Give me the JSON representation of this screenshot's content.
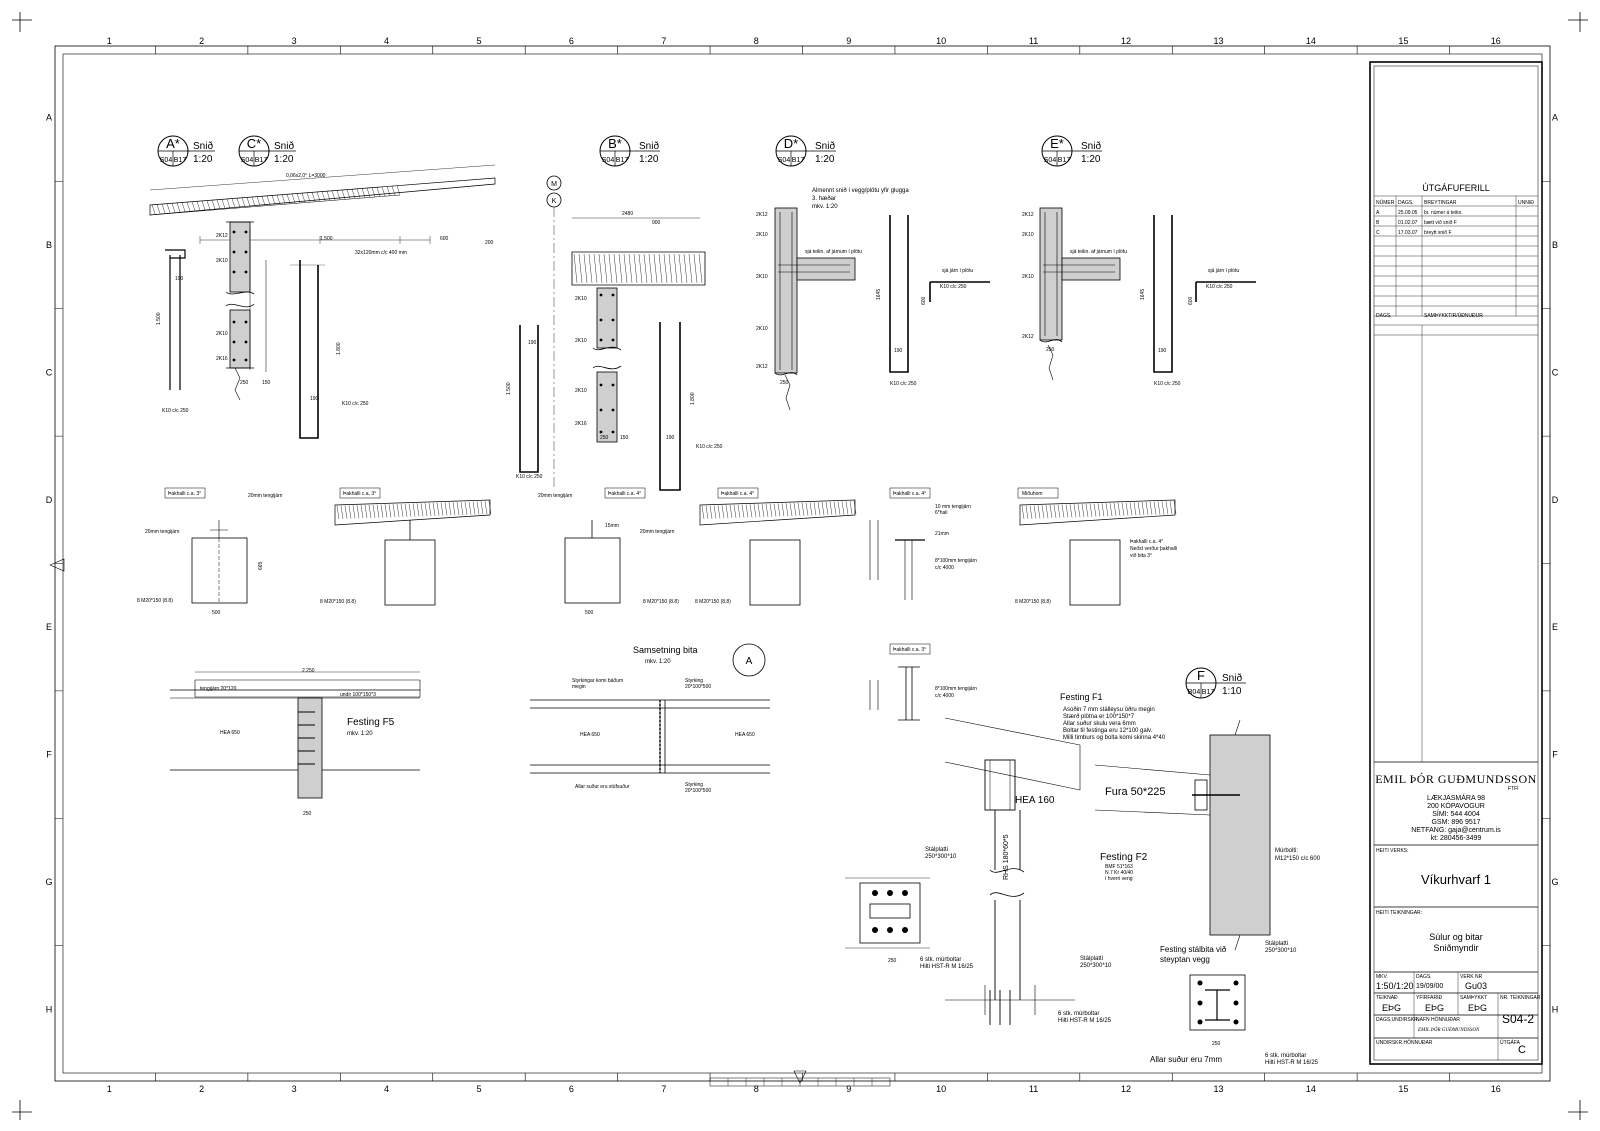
{
  "frame": {
    "col_numbers": [
      "1",
      "2",
      "3",
      "4",
      "5",
      "6",
      "7",
      "8",
      "9",
      "10",
      "11",
      "12",
      "13",
      "14",
      "15",
      "16"
    ],
    "row_letters": [
      "A",
      "B",
      "C",
      "D",
      "E",
      "F",
      "G",
      "H"
    ]
  },
  "sections": [
    {
      "id": "A*",
      "ref_left": "S04",
      "ref_right": "B17",
      "word": "Snið",
      "scale": "1:20"
    },
    {
      "id": "C*",
      "ref_left": "S04",
      "ref_right": "B17",
      "word": "Snið",
      "scale": "1:20"
    },
    {
      "id": "B*",
      "ref_left": "S04",
      "ref_right": "B17",
      "word": "Snið",
      "scale": "1:20"
    },
    {
      "id": "D*",
      "ref_left": "S04",
      "ref_right": "B17",
      "word": "Snið",
      "scale": "1:20"
    },
    {
      "id": "E*",
      "ref_left": "S04",
      "ref_right": "B17",
      "word": "Snið",
      "scale": "1:20"
    },
    {
      "id": "F",
      "ref_left": "B04",
      "ref_right": "B17",
      "word": "Snið",
      "scale": "1:10"
    }
  ],
  "grid_markers": [
    "M",
    "K"
  ],
  "detail_marker": "A",
  "notes": {
    "dims_top": "0,06x2,0° L=3000",
    "rafter": "32x120mm c/c 400 mm",
    "dim_1500": "1.500",
    "dim_600": "600",
    "dim_200": "200",
    "dim_190": "190",
    "dim_1800": "1.800",
    "dim_250": "250",
    "dim_150": "150",
    "dim_1645": "1645",
    "dim_900": "900",
    "dim_2480": "2480",
    "k10": "K10 c/c 250",
    "rebar": [
      "2K10",
      "2K12",
      "2K16"
    ],
    "almennt": "Almennt snið í vegg/plötu yfir glugga",
    "almennt2": "3. hæðar",
    "almennt3": "mkv. 1:20",
    "sja_teikn": "sjá teikn. af járnum í plötu",
    "sja_jarn": "sjá járn í plötu",
    "thakhalli3": "Þakhalli c.a. 3°",
    "thakhalli4": "Þakhalli c.a. 4°",
    "midhom": "Miðuhom",
    "tengijarn": "20mm tengijárn",
    "m20": "8 M20*150 (8.8)",
    "dim_500": "500",
    "dim_665": "665",
    "dim_15mm": "15mm",
    "tengijarn10": "10 mm tengijárn",
    "tengijarn10b": "6*hali",
    "dim_21mm": "21mm",
    "tengijarn8": "8*100mm tengijárn",
    "tengijarn8b": "c/c 4000",
    "thakhalli_note": "Þakhalli c.a. 4°",
    "thakhalli_note2": "Neðst verður þakhalli",
    "thakhalli_note3": "við bita 3°",
    "samsetning": "Samsetning bita",
    "samsetning_scale": "mkv. 1:20",
    "styrkingar": "Styrkingar komi báðum",
    "styrkingar2": "megin",
    "styrking": "Styrking",
    "styrking_size": "20*100*500",
    "allar_sudur_stufsudur": "Allar suður eru stúfsuður",
    "hea650": "HEA 650",
    "dim_2250": "2.250",
    "tengijarn_20_120": "tengijárn 20*120",
    "undir": "undir 100*150*3",
    "festing_f5": "Festing F5",
    "festing_f5_scale": "mkv. 1:20",
    "festing_f1": "Festing F1",
    "f1_note": [
      "Asoðin 7 mm stálleysu öðru megin",
      "Stærð plötna er 100*150*7",
      "Allar suður skulu vera 6mm",
      "Boltar til festinga eru 12*100 galv.",
      "Milli timburs og bolta komi skinna 4*40"
    ],
    "hea160": "HEA 160",
    "fura": "Fura 50*225",
    "rhs": "RHS 180*60*5",
    "festing_f2": "Festing F2",
    "f2_note": [
      "BMF 51*163",
      "N.7 Kr 40/40",
      "í hverri veng"
    ],
    "murbolti": "Múrbolti:",
    "murbolti2": "M12*150 c/c 600",
    "stalplatti": "Stálplatti",
    "stalplatti_size": "250*300*10",
    "stalplatti_size2": "250*300*10",
    "murboltar": "6 stk. múrboltar",
    "hilti": "Hilti HST-R M 16/25",
    "festing_stalbita": "Festing stálbita við",
    "steyptan": "steyptan vegg",
    "allar_sudur": "Allar suður eru 7mm"
  },
  "title_block": {
    "revision_title": "ÚTGÁFUFERILL",
    "rev_headers": [
      "NÚMER",
      "DAGS.",
      "BREYTINGAR",
      "UNNIÐ"
    ],
    "revisions": [
      {
        "num": "A",
        "date": "25.09.05",
        "desc": "br. númer á teikn."
      },
      {
        "num": "B",
        "date": "01.02.07",
        "desc": "bætt við snið F"
      },
      {
        "num": "C",
        "date": "17.03.07",
        "desc": "breytt snið F"
      }
    ],
    "approval_headers": [
      "DAGS.",
      "SAMÞYKKTIR/ÚÐNUÐUR"
    ],
    "company": "EMIL ÞÓR GUÐMUNDSSON",
    "company_suffix": "FTFÍ",
    "address": [
      "LÆKJASMÁRA 98",
      "200 KÓPAVOGUR",
      "SÍMI: 544 4004",
      "GSM: 896 9517",
      "NETFANG: gaja@centrum.is",
      "kt: 280456-3499"
    ],
    "project_label": "HEITI VERKS:",
    "project": "Víkurhvarf 1",
    "drawing_label": "HEITI TEIKNINGAR:",
    "drawing_title": "Súlur og bitar",
    "drawing_sub": "Sniðmyndir",
    "scale_label": "MKV.",
    "scale": "1:50/1:20",
    "date_label": "DAGS.",
    "date": "19/09/00",
    "job_label": "VERK NR",
    "job": "Gu03",
    "drawn_label": "TEIKNAÐ",
    "drawn": "EÞG",
    "checked_label": "YFIRFARIÐ",
    "checked": "EÞG",
    "approved_label": "SAMÞYKKT",
    "approved": "EÞG",
    "sheet_label": "NR. TEIKNINGAR",
    "sheet": "S04-2",
    "signed_label": "DAGS.UNDIRSKR.",
    "designer_label": "NAFN HÖNNUÐAR",
    "designer": "EMIL ÞÓR GUÐMUNDSSON",
    "sign_label": "UNDIRSKR.HÖNNUÐAR",
    "issue_label": "ÚTGÁFA",
    "issue": "C"
  }
}
